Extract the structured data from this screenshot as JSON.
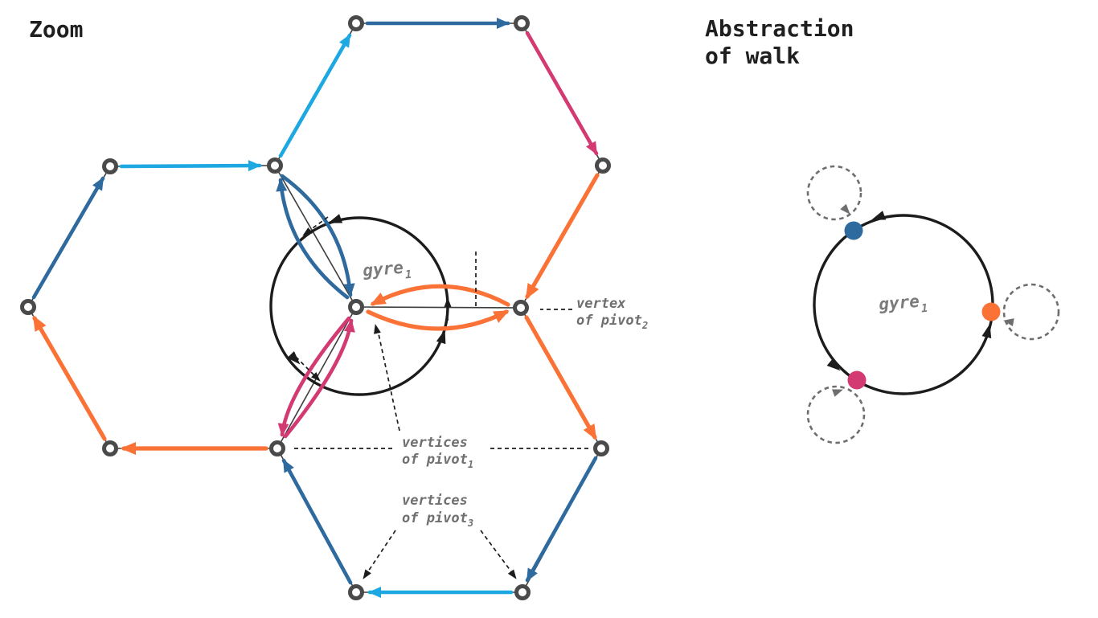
{
  "titles": {
    "left_panel": "Zoom",
    "right_panel_line1": "Abstraction",
    "right_panel_line2": "of walk"
  },
  "labels": {
    "gyre_zoom": {
      "base": "gyre",
      "sub": "1"
    },
    "gyre_abstract": {
      "base": "gyre",
      "sub": "1"
    },
    "pivot2": {
      "line1": "vertex",
      "line2": "of pivot",
      "sub": "2"
    },
    "pivot1": {
      "line1": "vertices",
      "line2": "of pivot",
      "sub": "1"
    },
    "pivot3": {
      "line1": "vertices",
      "line2": "of pivot",
      "sub": "3"
    }
  },
  "colors": {
    "walk_dark_blue": "#2f6a9f",
    "walk_cyan": "#1ea8e2",
    "walk_orange": "#fb7236",
    "walk_pink": "#d43a72",
    "gyre_circle_black": "#1c1c1c",
    "label_gray": "#6f6f6f",
    "self_loop_gray": "#6e6e6e",
    "node_ring_gray": "#4a4a4a",
    "node_fill": "#ffffff",
    "title_text": "#1f1f1f"
  },
  "structure": {
    "hexagon_node_count": 13,
    "abstraction_nodes": [
      "blue",
      "orange",
      "pink"
    ],
    "pivot_lenses": [
      "blue",
      "orange",
      "pink"
    ]
  }
}
